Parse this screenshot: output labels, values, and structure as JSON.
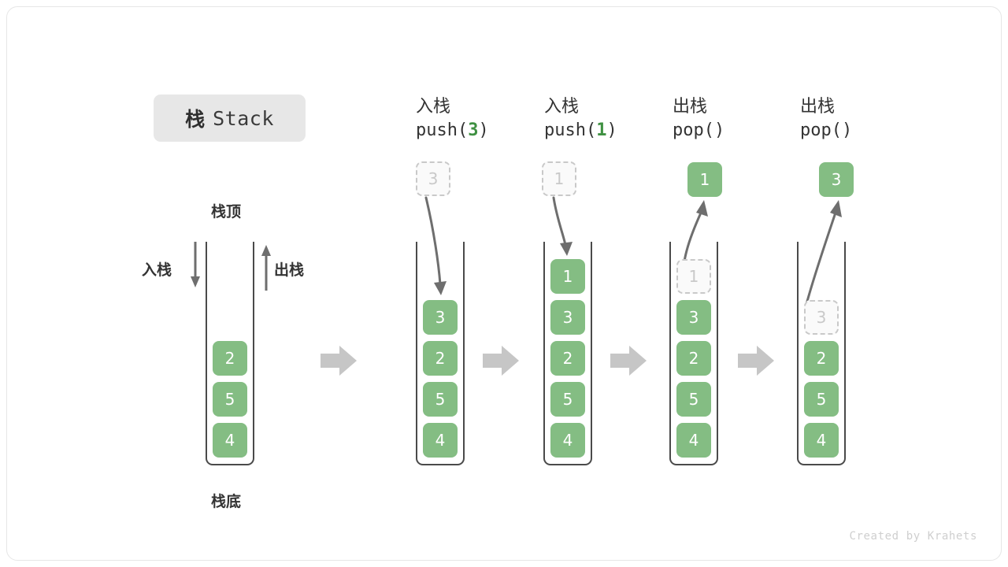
{
  "card": {
    "title": {
      "cn": "栈",
      "en": "Stack"
    },
    "footer": "Created by Krahets"
  },
  "colors": {
    "cell_fill": "#84bd83",
    "cell_text": "#ffffff",
    "ghost_fill": "#fafafa",
    "ghost_text": "#c9c9c9",
    "ghost_border": "#c9c9c9",
    "container_stroke": "#4a4a4a",
    "arrow_gray": "#6e6e6e",
    "separator_gray": "#c6c6c6",
    "accent_green": "#3f9142",
    "title_pill_bg": "#e7e7e7",
    "label_text": "#333333",
    "footer_text": "#cfcfcf"
  },
  "legend": {
    "top_label": "栈顶",
    "bottom_label": "栈底",
    "push_label": "入栈",
    "pop_label": "出栈"
  },
  "separator": {
    "icon": "right-block-arrow-icon",
    "count": 4
  },
  "columns": [
    {
      "id": "initial",
      "header_cn": "",
      "header_code_prefix": "",
      "header_code_arg": "",
      "header_code_suffix": "",
      "stack": [
        "2",
        "5",
        "4"
      ],
      "ghost": null,
      "floating": null
    },
    {
      "id": "push-3",
      "header_cn": "入栈",
      "header_code_prefix": "push(",
      "header_code_arg": "3",
      "header_code_suffix": ")",
      "stack": [
        "3",
        "2",
        "5",
        "4"
      ],
      "ghost": {
        "value": "3",
        "position": "above"
      },
      "floating": null
    },
    {
      "id": "push-1",
      "header_cn": "入栈",
      "header_code_prefix": "push(",
      "header_code_arg": "1",
      "header_code_suffix": ")",
      "stack": [
        "1",
        "3",
        "2",
        "5",
        "4"
      ],
      "ghost": {
        "value": "1",
        "position": "above"
      },
      "floating": null
    },
    {
      "id": "pop-1",
      "header_cn": "出栈",
      "header_code_prefix": "pop(",
      "header_code_arg": "",
      "header_code_suffix": ")",
      "stack": [
        "3",
        "2",
        "5",
        "4"
      ],
      "ghost": {
        "value": "1",
        "position": "in-stack-top"
      },
      "floating": {
        "value": "1"
      }
    },
    {
      "id": "pop-3",
      "header_cn": "出栈",
      "header_code_prefix": "pop(",
      "header_code_arg": "",
      "header_code_suffix": ")",
      "stack": [
        "2",
        "5",
        "4"
      ],
      "ghost": {
        "value": "3",
        "position": "in-stack-top"
      },
      "floating": {
        "value": "3"
      }
    }
  ]
}
